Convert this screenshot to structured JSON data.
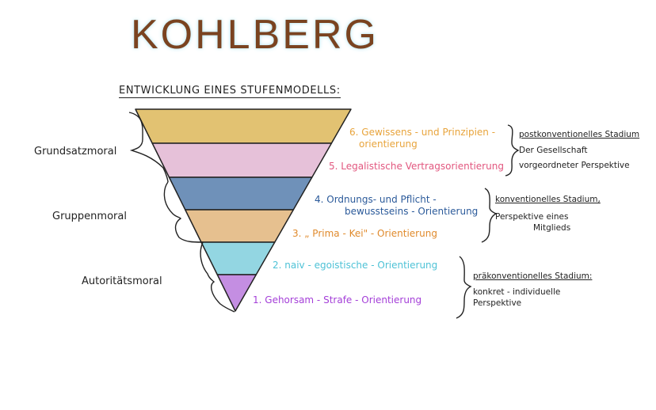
{
  "title": "KOHLBERG",
  "subtitle": "ENTWICKLUNG EINES STUFENMODELLS:",
  "left_labels": [
    "Grundsatzmoral",
    "Gruppenmoral",
    "Autoritätsmoral"
  ],
  "stages": [
    {
      "line1": "6. Gewissens - und Prinzipien -",
      "line2": "orientierung",
      "color": "#e8a43c"
    },
    {
      "line1": "5. Legalistische Vertragsorientierung",
      "line2": "",
      "color": "#e2577f"
    },
    {
      "line1": "4. Ordnungs- und Pflicht -",
      "line2": "bewusstseins - Orientierung",
      "color": "#2b5a9a"
    },
    {
      "line1": "3. „ Prima - Kei\" - Orientierung",
      "line2": "",
      "color": "#e08a2c"
    },
    {
      "line1": "2. naiv - egoistische - Orientierung",
      "line2": "",
      "color": "#4ec2d6"
    },
    {
      "line1": "1. Gehorsam - Strafe - Orientierung",
      "line2": "",
      "color": "#a43fd8"
    }
  ],
  "band_colors": [
    "#e2c272",
    "#e6c1d9",
    "#6f91b9",
    "#e6c08f",
    "#93d6e2",
    "#c48ee2"
  ],
  "tiers": [
    {
      "head": "postkonventionelles Stadium",
      "line1": "Der Gesellschaft",
      "line2": "vorgeordneter Perspektive"
    },
    {
      "head": "konventionelles Stadium,",
      "line1": "Perspektive eines",
      "line2": "Mitglieds"
    },
    {
      "head": "präkonventionelles Stadium:",
      "line1": "konkret - individuelle",
      "line2": "Perspektive"
    }
  ]
}
